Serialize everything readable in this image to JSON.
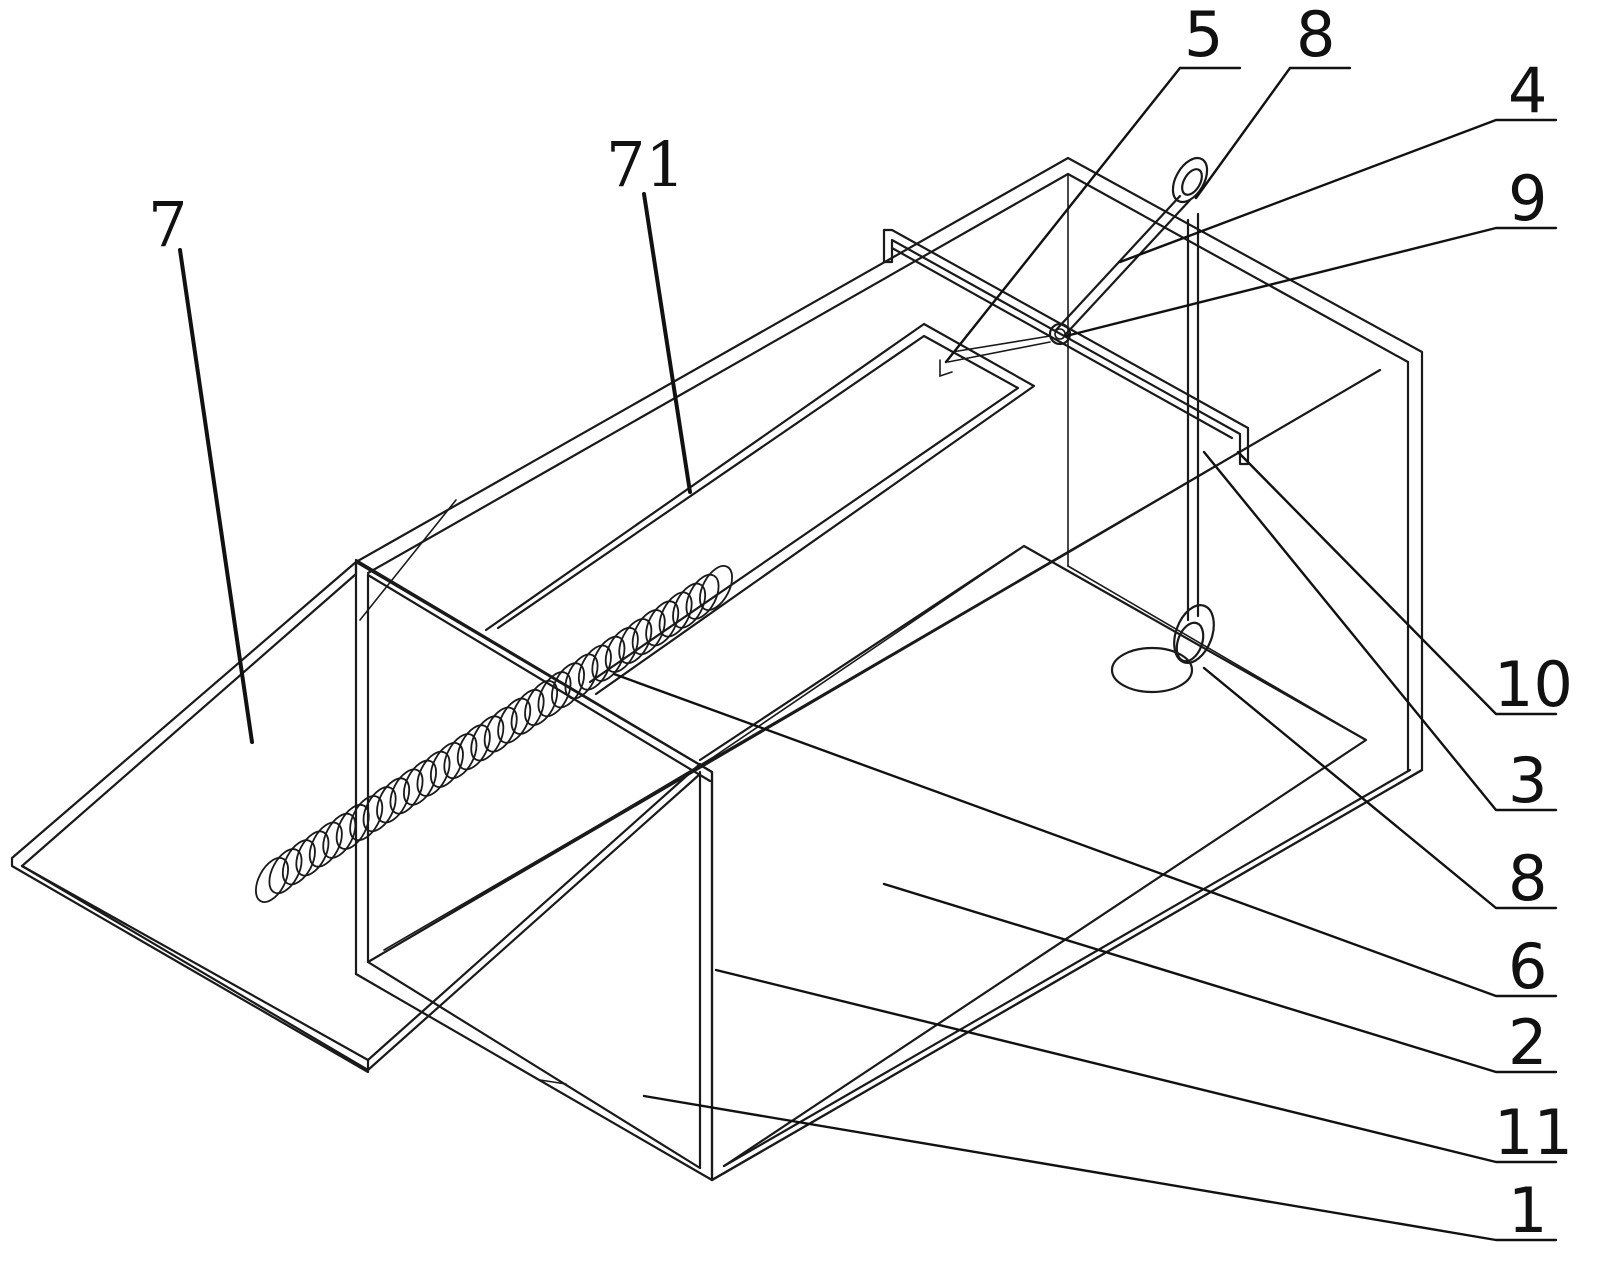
{
  "labels": {
    "l7": "7",
    "l71": "71",
    "l5": "5",
    "l8_top": "8",
    "l4": "4",
    "l9": "9",
    "l10": "10",
    "l3": "3",
    "l8_bottom": "8",
    "l6": "6",
    "l2": "2",
    "l11": "11",
    "l1": "1"
  }
}
